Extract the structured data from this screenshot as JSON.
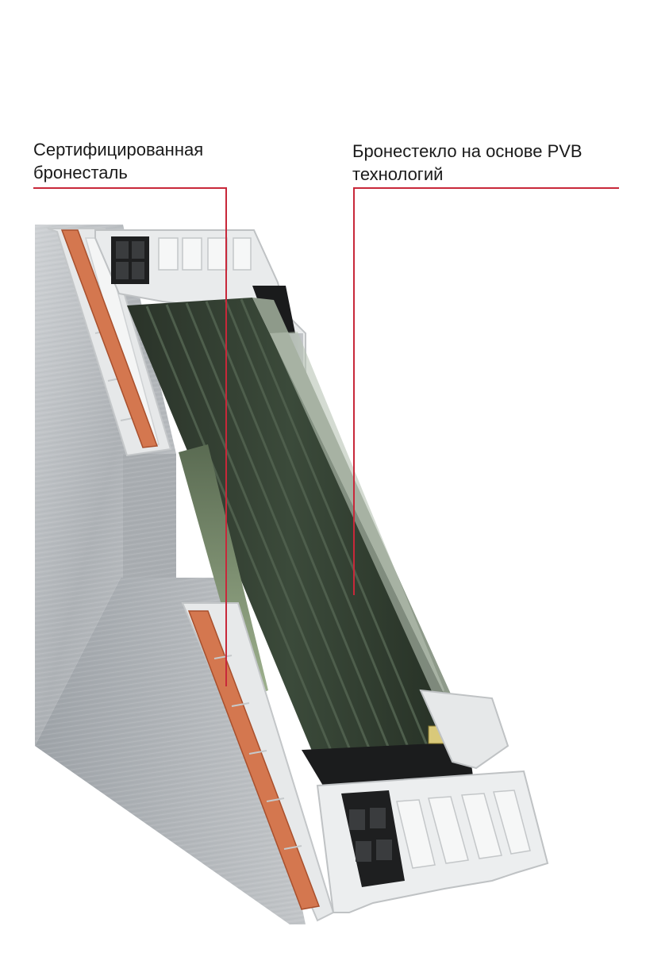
{
  "callouts": {
    "steel": {
      "line1": "Сертифицированная",
      "line2": "бронесталь"
    },
    "glass": {
      "line1": "Бронестекло на основе PVB",
      "line2": "технологий"
    }
  },
  "colors": {
    "leader_line": "#c8283a",
    "armor_steel": "#d4774f",
    "glass_laminate": "#2f3b2f",
    "aluminum": "#b9bcbf",
    "pvc_frame": "#e9ebec"
  },
  "icons": {
    "cross_section": "window-profile-cross-section"
  }
}
